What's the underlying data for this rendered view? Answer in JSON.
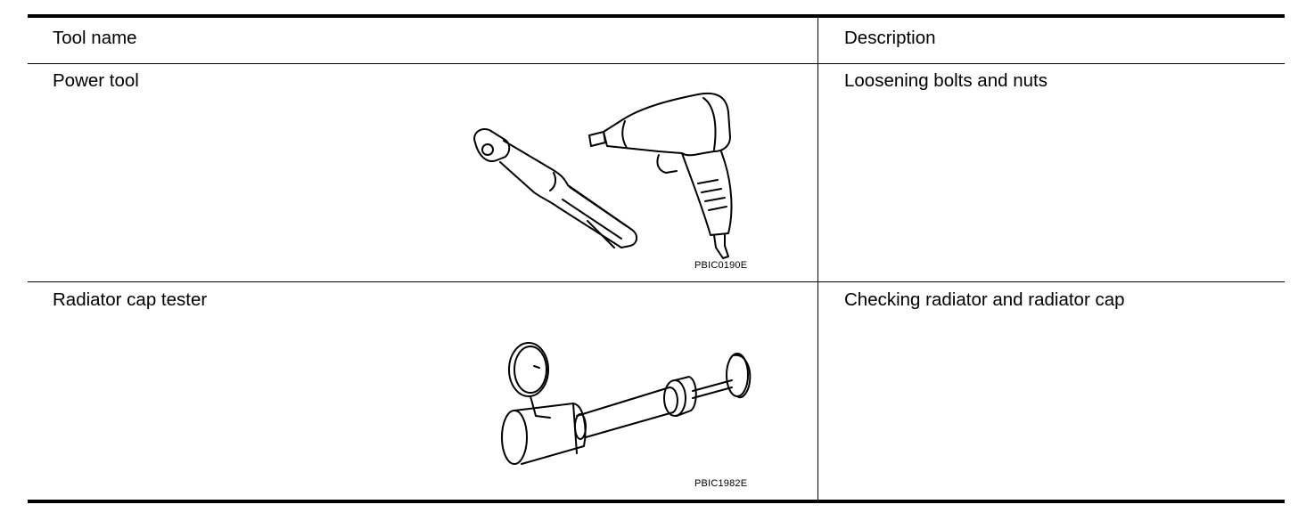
{
  "table": {
    "headers": {
      "tool_name": "Tool name",
      "description": "Description"
    },
    "rows": [
      {
        "tool_name": "Power tool",
        "description": "Loosening bolts and nuts",
        "figure_code": "PBIC0190E",
        "figure_icon": "power-tool-illustration"
      },
      {
        "tool_name": "Radiator cap tester",
        "description": "Checking radiator and radiator cap",
        "figure_code": "PBIC1982E",
        "figure_icon": "radiator-cap-tester-illustration"
      }
    ]
  }
}
